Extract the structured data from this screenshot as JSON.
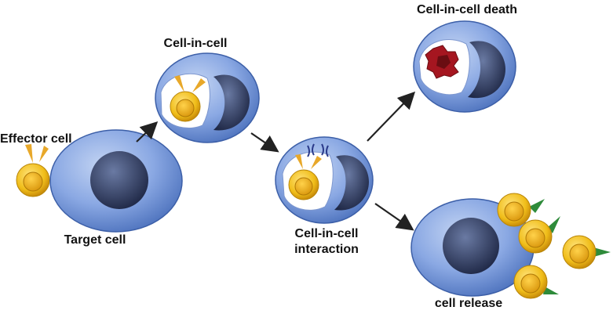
{
  "labels": {
    "effector_cell": "Effector cell",
    "target_cell": "Target cell",
    "cell_in_cell": "Cell-in-cell",
    "cell_in_cell_death": "Cell-in-cell death",
    "interaction_line1": "Cell-in-cell",
    "interaction_line2": "interaction",
    "cell_release": "cell release"
  },
  "colors": {
    "target_cell_outer": "#5f86cf",
    "target_cell_inner": "#9db7ea",
    "nucleus_dark": "#2a3558",
    "nucleus_light": "#5a6b95",
    "effector_yellow": "#f2c21a",
    "effector_orange": "#d49a10",
    "release_spike": "#2e8b3a",
    "dying_cell_red": "#a51620",
    "arrow": "#222222"
  },
  "icons": {
    "arrow": "arrow-icon",
    "effector": "effector-cell-icon",
    "target": "target-cell-icon"
  }
}
